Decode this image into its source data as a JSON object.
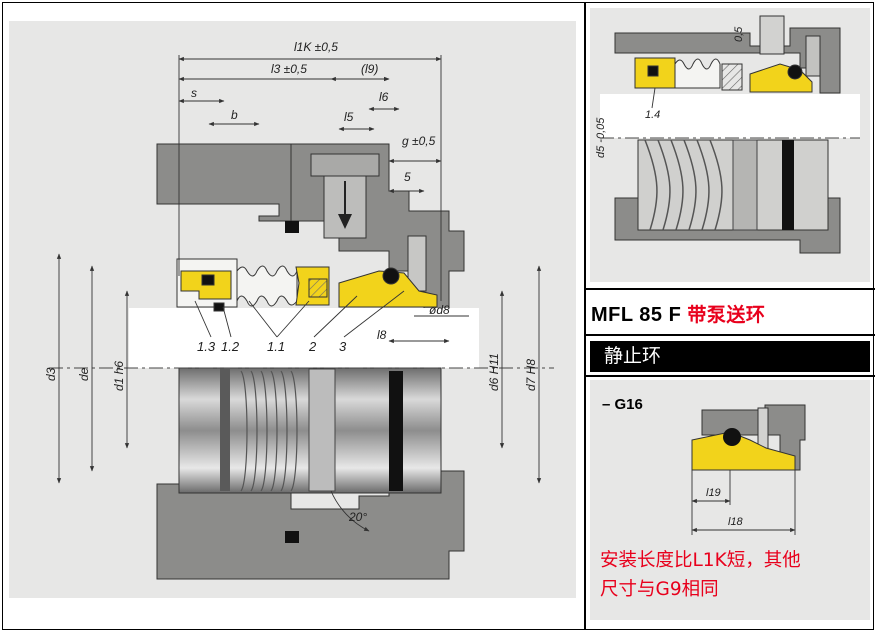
{
  "main_drawing": {
    "dimensions": {
      "l1k": "l1K ±0,5",
      "l3": "l3 ±0,5",
      "l9": "(l9)",
      "s": "s",
      "b": "b",
      "l6": "l6",
      "l5": "l5",
      "g": "g ±0,5",
      "five": "5",
      "d8": "ød8",
      "l8": "l8",
      "d3": "d3",
      "de": "de",
      "d1": "d1 h6",
      "d6": "d6 H11",
      "d7": "d7 H8",
      "angle": "20°"
    },
    "part_labels": [
      "1.3",
      "1.2",
      "1.1",
      "2",
      "3"
    ]
  },
  "detail_top": {
    "d5": "d5 -0,05",
    "dim_05": "0,5",
    "part": "1.4"
  },
  "model": {
    "code": "MFL 85 F",
    "description": "带泵送环"
  },
  "section_title": "静止环",
  "variant": {
    "label": "– G16",
    "l19": "l19",
    "l18": "l18"
  },
  "note": {
    "line1": "安装长度比L1K短，其他",
    "line2": "尺寸与G9相同"
  },
  "colors": {
    "panel_bg": "#e7e7e6",
    "housing": "#8a8a88",
    "ring_yellow": "#f2d31b",
    "accent_red": "#e8001c"
  }
}
